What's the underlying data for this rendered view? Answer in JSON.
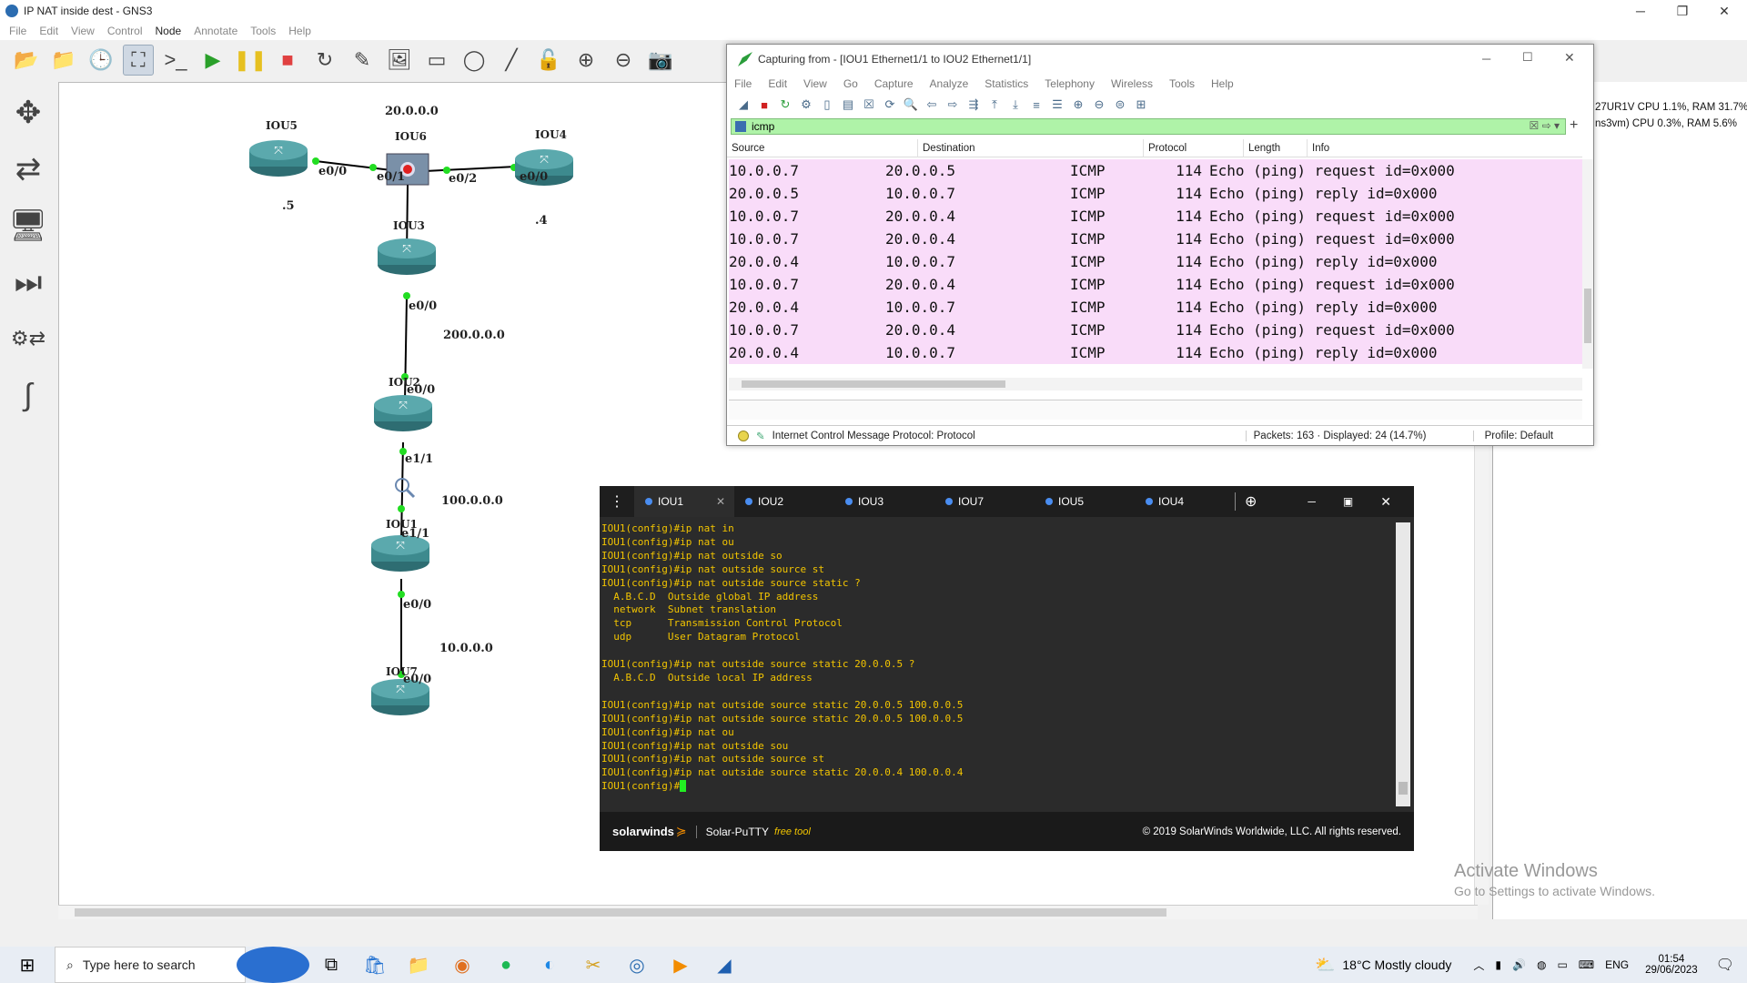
{
  "gns3": {
    "title": "IP NAT inside dest - GNS3",
    "menu": [
      "File",
      "Edit",
      "View",
      "Control",
      "Node",
      "Annotate",
      "Tools",
      "Help"
    ],
    "right_panel": [
      "27UR1V CPU 1.1%, RAM 31.7%",
      "ns3vm) CPU 0.3%, RAM 5.6%"
    ]
  },
  "topology": {
    "nodes": [
      {
        "id": "IOU5",
        "label": "IOU5"
      },
      {
        "id": "IOU6",
        "label": "IOU6"
      },
      {
        "id": "IOU4",
        "label": "IOU4"
      },
      {
        "id": "IOU3",
        "label": "IOU3"
      },
      {
        "id": "IOU2",
        "label": "IOU2"
      },
      {
        "id": "IOU1",
        "label": "IOU1"
      },
      {
        "id": "IOU7",
        "label": "IOU7"
      }
    ],
    "interfaces": [
      "e0/0",
      "e0/1",
      "e0/2",
      "e0/0",
      "e0/0",
      "e0/0",
      "e1/1",
      "e1/1",
      "e0/0",
      "e0/0"
    ],
    "networks": [
      "20.0.0.0",
      "200.0.0.0",
      "100.0.0.0",
      "10.0.0.0"
    ],
    "host_suffixes": [
      ".5",
      ".4"
    ]
  },
  "wireshark": {
    "title": "Capturing from - [IOU1 Ethernet1/1 to IOU2 Ethernet1/1]",
    "menu": [
      "File",
      "Edit",
      "View",
      "Go",
      "Capture",
      "Analyze",
      "Statistics",
      "Telephony",
      "Wireless",
      "Tools",
      "Help"
    ],
    "filter": "icmp",
    "columns": [
      "Source",
      "Destination",
      "Protocol",
      "Length",
      "Info"
    ],
    "rows": [
      {
        "src": "10.0.0.7",
        "dst": "20.0.0.5",
        "proto": "ICMP",
        "len": "114",
        "info": "Echo (ping) request  id=0x000"
      },
      {
        "src": "20.0.0.5",
        "dst": "10.0.0.7",
        "proto": "ICMP",
        "len": "114",
        "info": "Echo (ping) reply    id=0x000"
      },
      {
        "src": "10.0.0.7",
        "dst": "20.0.0.4",
        "proto": "ICMP",
        "len": "114",
        "info": "Echo (ping) request  id=0x000"
      },
      {
        "src": "10.0.0.7",
        "dst": "20.0.0.4",
        "proto": "ICMP",
        "len": "114",
        "info": "Echo (ping) request  id=0x000"
      },
      {
        "src": "20.0.0.4",
        "dst": "10.0.0.7",
        "proto": "ICMP",
        "len": "114",
        "info": "Echo (ping) reply    id=0x000"
      },
      {
        "src": "10.0.0.7",
        "dst": "20.0.0.4",
        "proto": "ICMP",
        "len": "114",
        "info": "Echo (ping) request  id=0x000"
      },
      {
        "src": "20.0.0.4",
        "dst": "10.0.0.7",
        "proto": "ICMP",
        "len": "114",
        "info": "Echo (ping) reply    id=0x000"
      },
      {
        "src": "10.0.0.7",
        "dst": "20.0.0.4",
        "proto": "ICMP",
        "len": "114",
        "info": "Echo (ping) request  id=0x000"
      },
      {
        "src": "20.0.0.4",
        "dst": "10.0.0.7",
        "proto": "ICMP",
        "len": "114",
        "info": "Echo (ping) reply    id=0x000"
      }
    ],
    "status_field": "Internet Control Message Protocol: Protocol",
    "packets": "Packets: 163 · Displayed: 24 (14.7%)",
    "profile": "Profile: Default"
  },
  "putty": {
    "tabs": [
      "IOU1",
      "IOU2",
      "IOU3",
      "IOU7",
      "IOU5",
      "IOU4"
    ],
    "terminal": "IOU1(config)#ip nat in\nIOU1(config)#ip nat ou\nIOU1(config)#ip nat outside so\nIOU1(config)#ip nat outside source st\nIOU1(config)#ip nat outside source static ?\n  A.B.C.D  Outside global IP address\n  network  Subnet translation\n  tcp      Transmission Control Protocol\n  udp      User Datagram Protocol\n\nIOU1(config)#ip nat outside source static 20.0.0.5 ?\n  A.B.C.D  Outside local IP address\n\nIOU1(config)#ip nat outside source static 20.0.0.5 100.0.0.5\nIOU1(config)#ip nat outside source static 20.0.0.5 100.0.0.5\nIOU1(config)#ip nat ou\nIOU1(config)#ip nat outside sou\nIOU1(config)#ip nat outside source st\nIOU1(config)#ip nat outside source static 20.0.0.4 100.0.0.4\nIOU1(config)#",
    "brand": "solarwinds",
    "product": "Solar-PuTTY",
    "free_tool": "free tool",
    "copyright": "© 2019 SolarWinds Worldwide, LLC. All rights reserved."
  },
  "watermark": {
    "title": "Activate Windows",
    "subtitle": "Go to Settings to activate Windows."
  },
  "taskbar": {
    "search_placeholder": "Type here to search",
    "weather": "18°C  Mostly cloudy",
    "lang": "ENG",
    "time": "01:54",
    "date": "29/06/2023"
  }
}
